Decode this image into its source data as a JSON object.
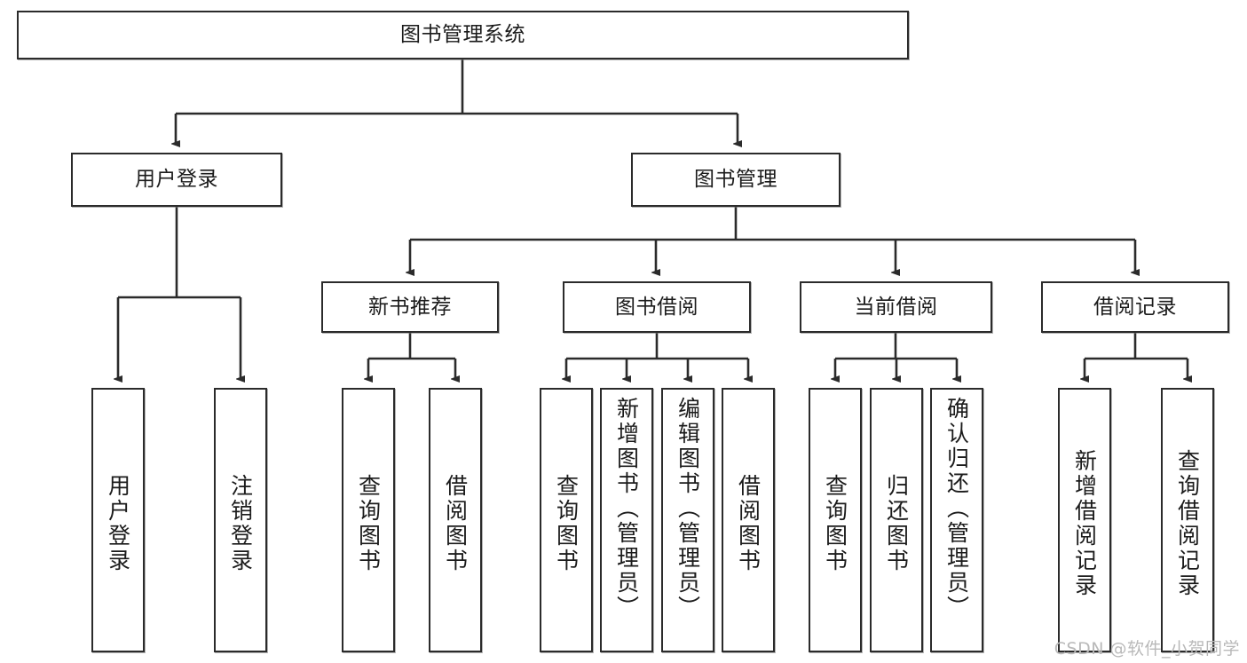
{
  "diagram": {
    "title": "图书管理系统",
    "type": "tree-structure-chart",
    "watermark": "CSDN @软件_小贺同学",
    "colors": {
      "box_border": "#2b2b2b",
      "box_fill": "#ffffff",
      "connector": "#333333",
      "text": "#1b1b1b",
      "watermark": "#b9b9b9"
    },
    "root": {
      "label": "图书管理系统"
    },
    "level2": [
      {
        "label": "用户登录"
      },
      {
        "label": "图书管理"
      }
    ],
    "level3": [
      {
        "label": "新书推荐"
      },
      {
        "label": "图书借阅"
      },
      {
        "label": "当前借阅"
      },
      {
        "label": "借阅记录"
      }
    ],
    "leaves": {
      "user_login": [
        {
          "label": "用户登录"
        },
        {
          "label": "注销登录"
        }
      ],
      "new_book_recommend": [
        {
          "label": "查询图书"
        },
        {
          "label": "借阅图书"
        }
      ],
      "book_borrow": [
        {
          "label": "查询图书"
        },
        {
          "label": "新增图书（管理员）"
        },
        {
          "label": "编辑图书（管理员）"
        },
        {
          "label": "借阅图书"
        }
      ],
      "current_borrow": [
        {
          "label": "查询图书"
        },
        {
          "label": "归还图书"
        },
        {
          "label": "确认归还（管理员）"
        }
      ],
      "borrow_record": [
        {
          "label": "新增借阅记录"
        },
        {
          "label": "查询借阅记录"
        }
      ]
    }
  }
}
